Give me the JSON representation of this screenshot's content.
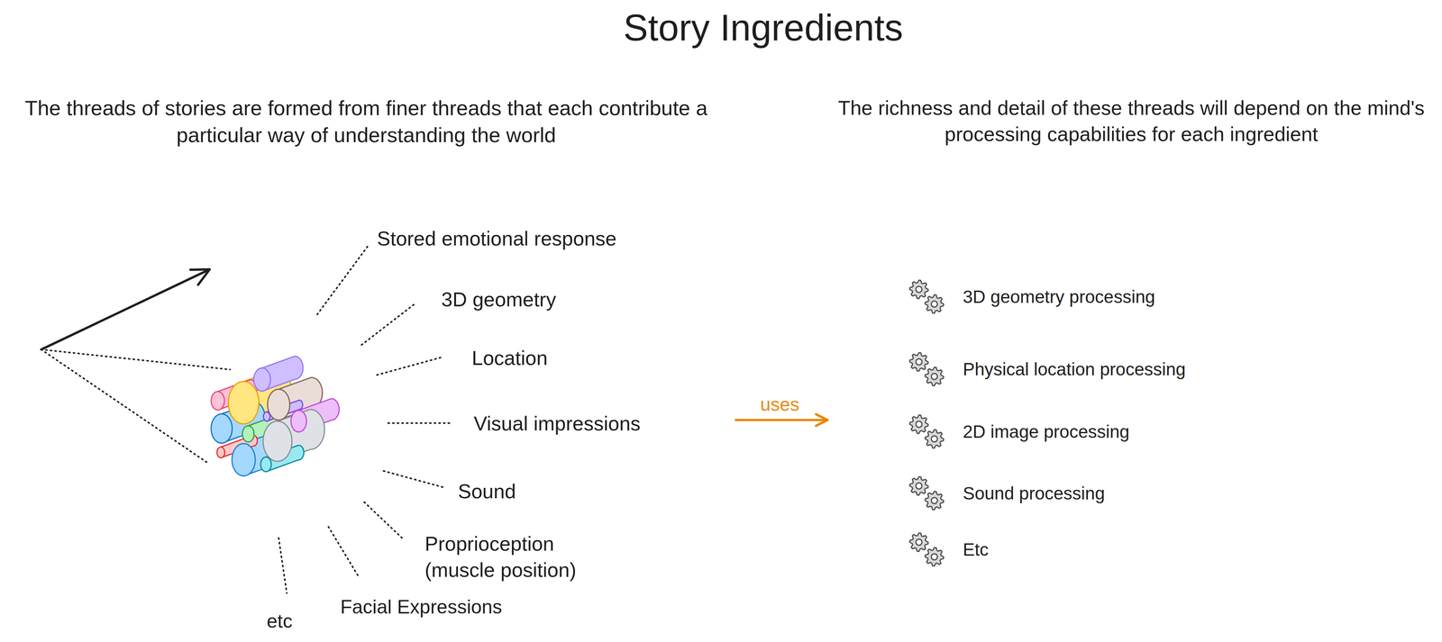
{
  "diagram": {
    "title": "Story Ingredients",
    "labels": [
      "The threads of stories are formed from finer threads that each contribute a particular way of understanding the world",
      "The richness and detail of these threads will depend on the mind's processing capabilities for each ingredient",
      "Stored emotional response",
      "3D geometry",
      "Location",
      "Visual impressions",
      "Sound",
      "Proprioception (muscle position)",
      "Facial Expressions",
      "etc",
      "uses",
      "3D geometry processing",
      "Physical location processing",
      "2D image processing",
      "Sound processing",
      "Etc"
    ]
  }
}
